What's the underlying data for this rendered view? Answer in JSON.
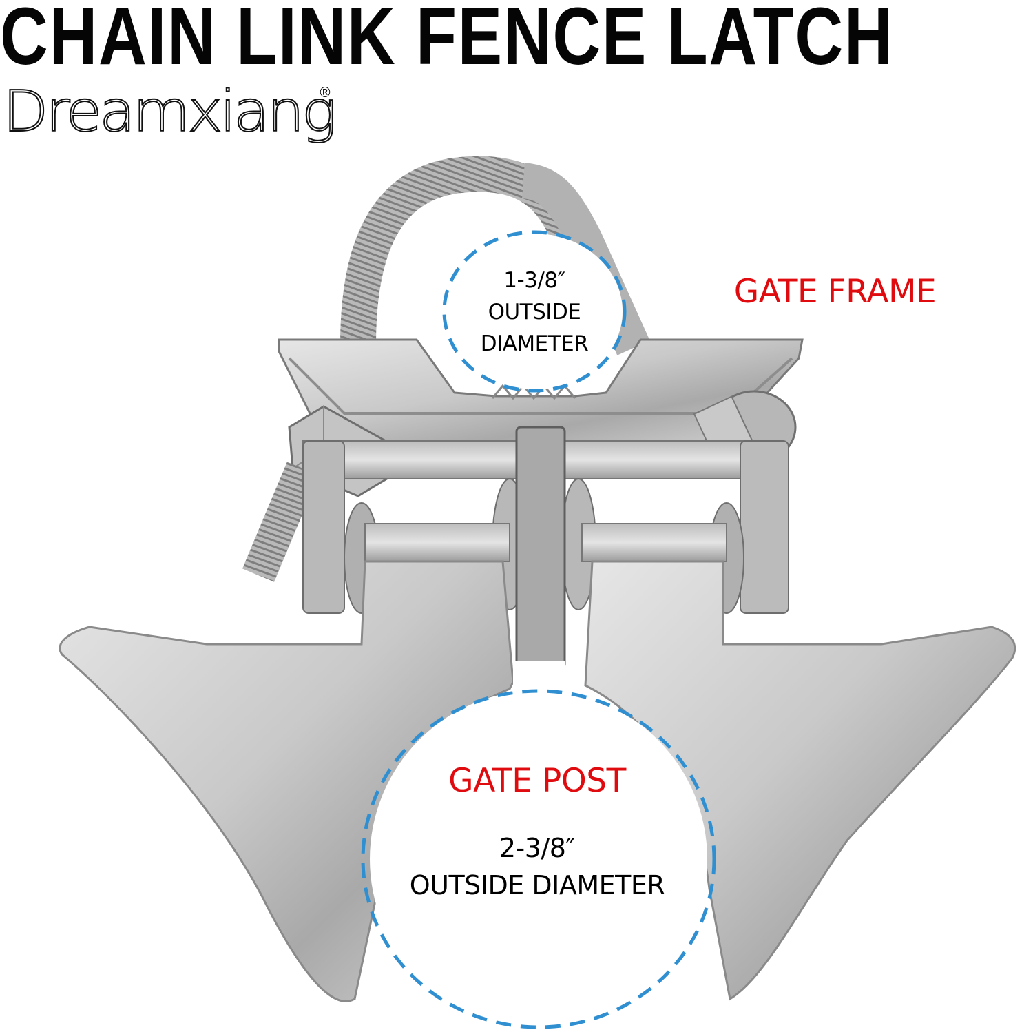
{
  "header": {
    "title": "CHAIN LINK FENCE LATCH",
    "brand": "Dreamxiang",
    "registered_mark": "®"
  },
  "callouts": {
    "frame_diameter": {
      "size": "1-3/8″",
      "line1": "OUTSIDE",
      "line2": "DIAMETER"
    },
    "gate_frame_label": "GATE FRAME",
    "gate_post": {
      "label": "GATE POST",
      "size": "2-3/8″",
      "description": "OUTSIDE DIAMETER"
    }
  },
  "colors": {
    "title": "#050505",
    "label_red": "#e00b0f",
    "dashed_circle_blue": "#2f8fd0",
    "metal_light": "#d6d6d6",
    "metal_dark": "#8a8a8a",
    "background": "#ffffff"
  }
}
